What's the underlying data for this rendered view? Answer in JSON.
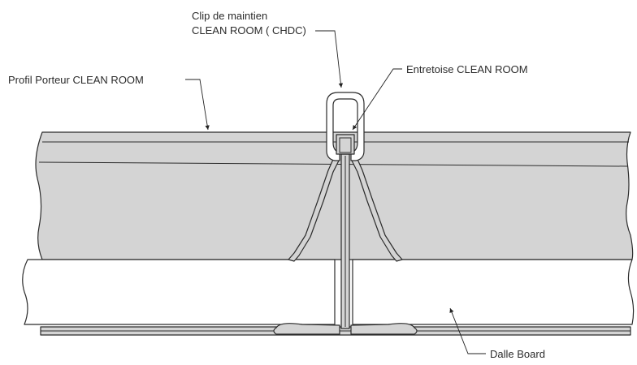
{
  "labels": {
    "clip_line1": "Clip de maintien",
    "clip_line2": "CLEAN ROOM ( CHDC)",
    "entretoise": "Entretoise CLEAN ROOM",
    "profil": "Profil Porteur CLEAN ROOM",
    "dalle": "Dalle Board"
  },
  "colors": {
    "profile_fill": "#d4d4d4",
    "outline": "#2b2b2b",
    "board_fill": "#ffffff"
  }
}
